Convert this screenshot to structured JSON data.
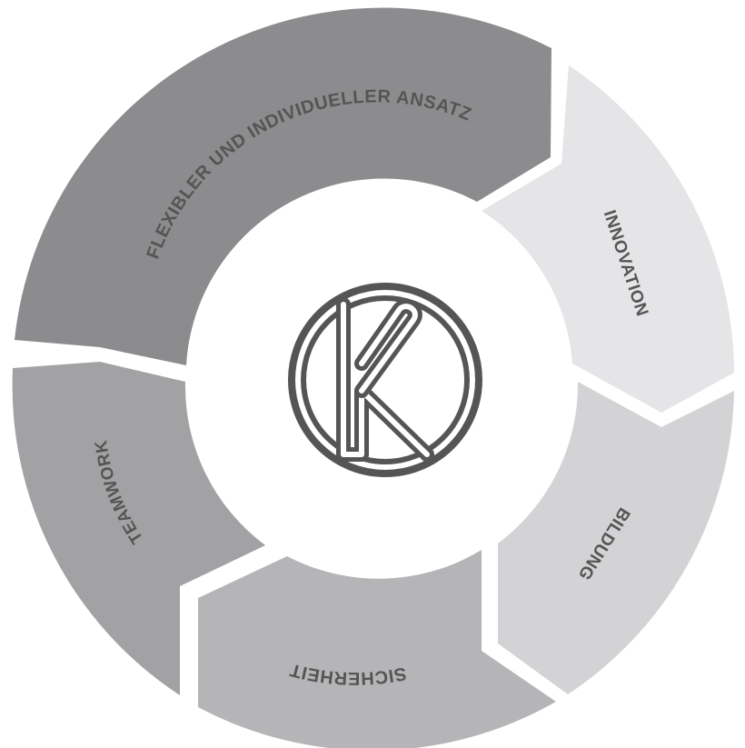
{
  "diagram": {
    "segments": [
      {
        "id": "flex",
        "label": "FLEXIBLER UND INDIVIDUELLER ANSATZ",
        "color": "#8c8c8e"
      },
      {
        "id": "innovation",
        "label": "INNOVATION",
        "color": "#e5e5e7"
      },
      {
        "id": "bildung",
        "label": "BILDUNG",
        "color": "#d3d3d5"
      },
      {
        "id": "sicherheit",
        "label": "SICHERHEIT",
        "color": "#b5b5b7"
      },
      {
        "id": "teamwork",
        "label": "TEAMWORK",
        "color": "#a2a2a4"
      }
    ],
    "logo": {
      "icon": "k-logo-icon",
      "color": "#555555"
    }
  }
}
